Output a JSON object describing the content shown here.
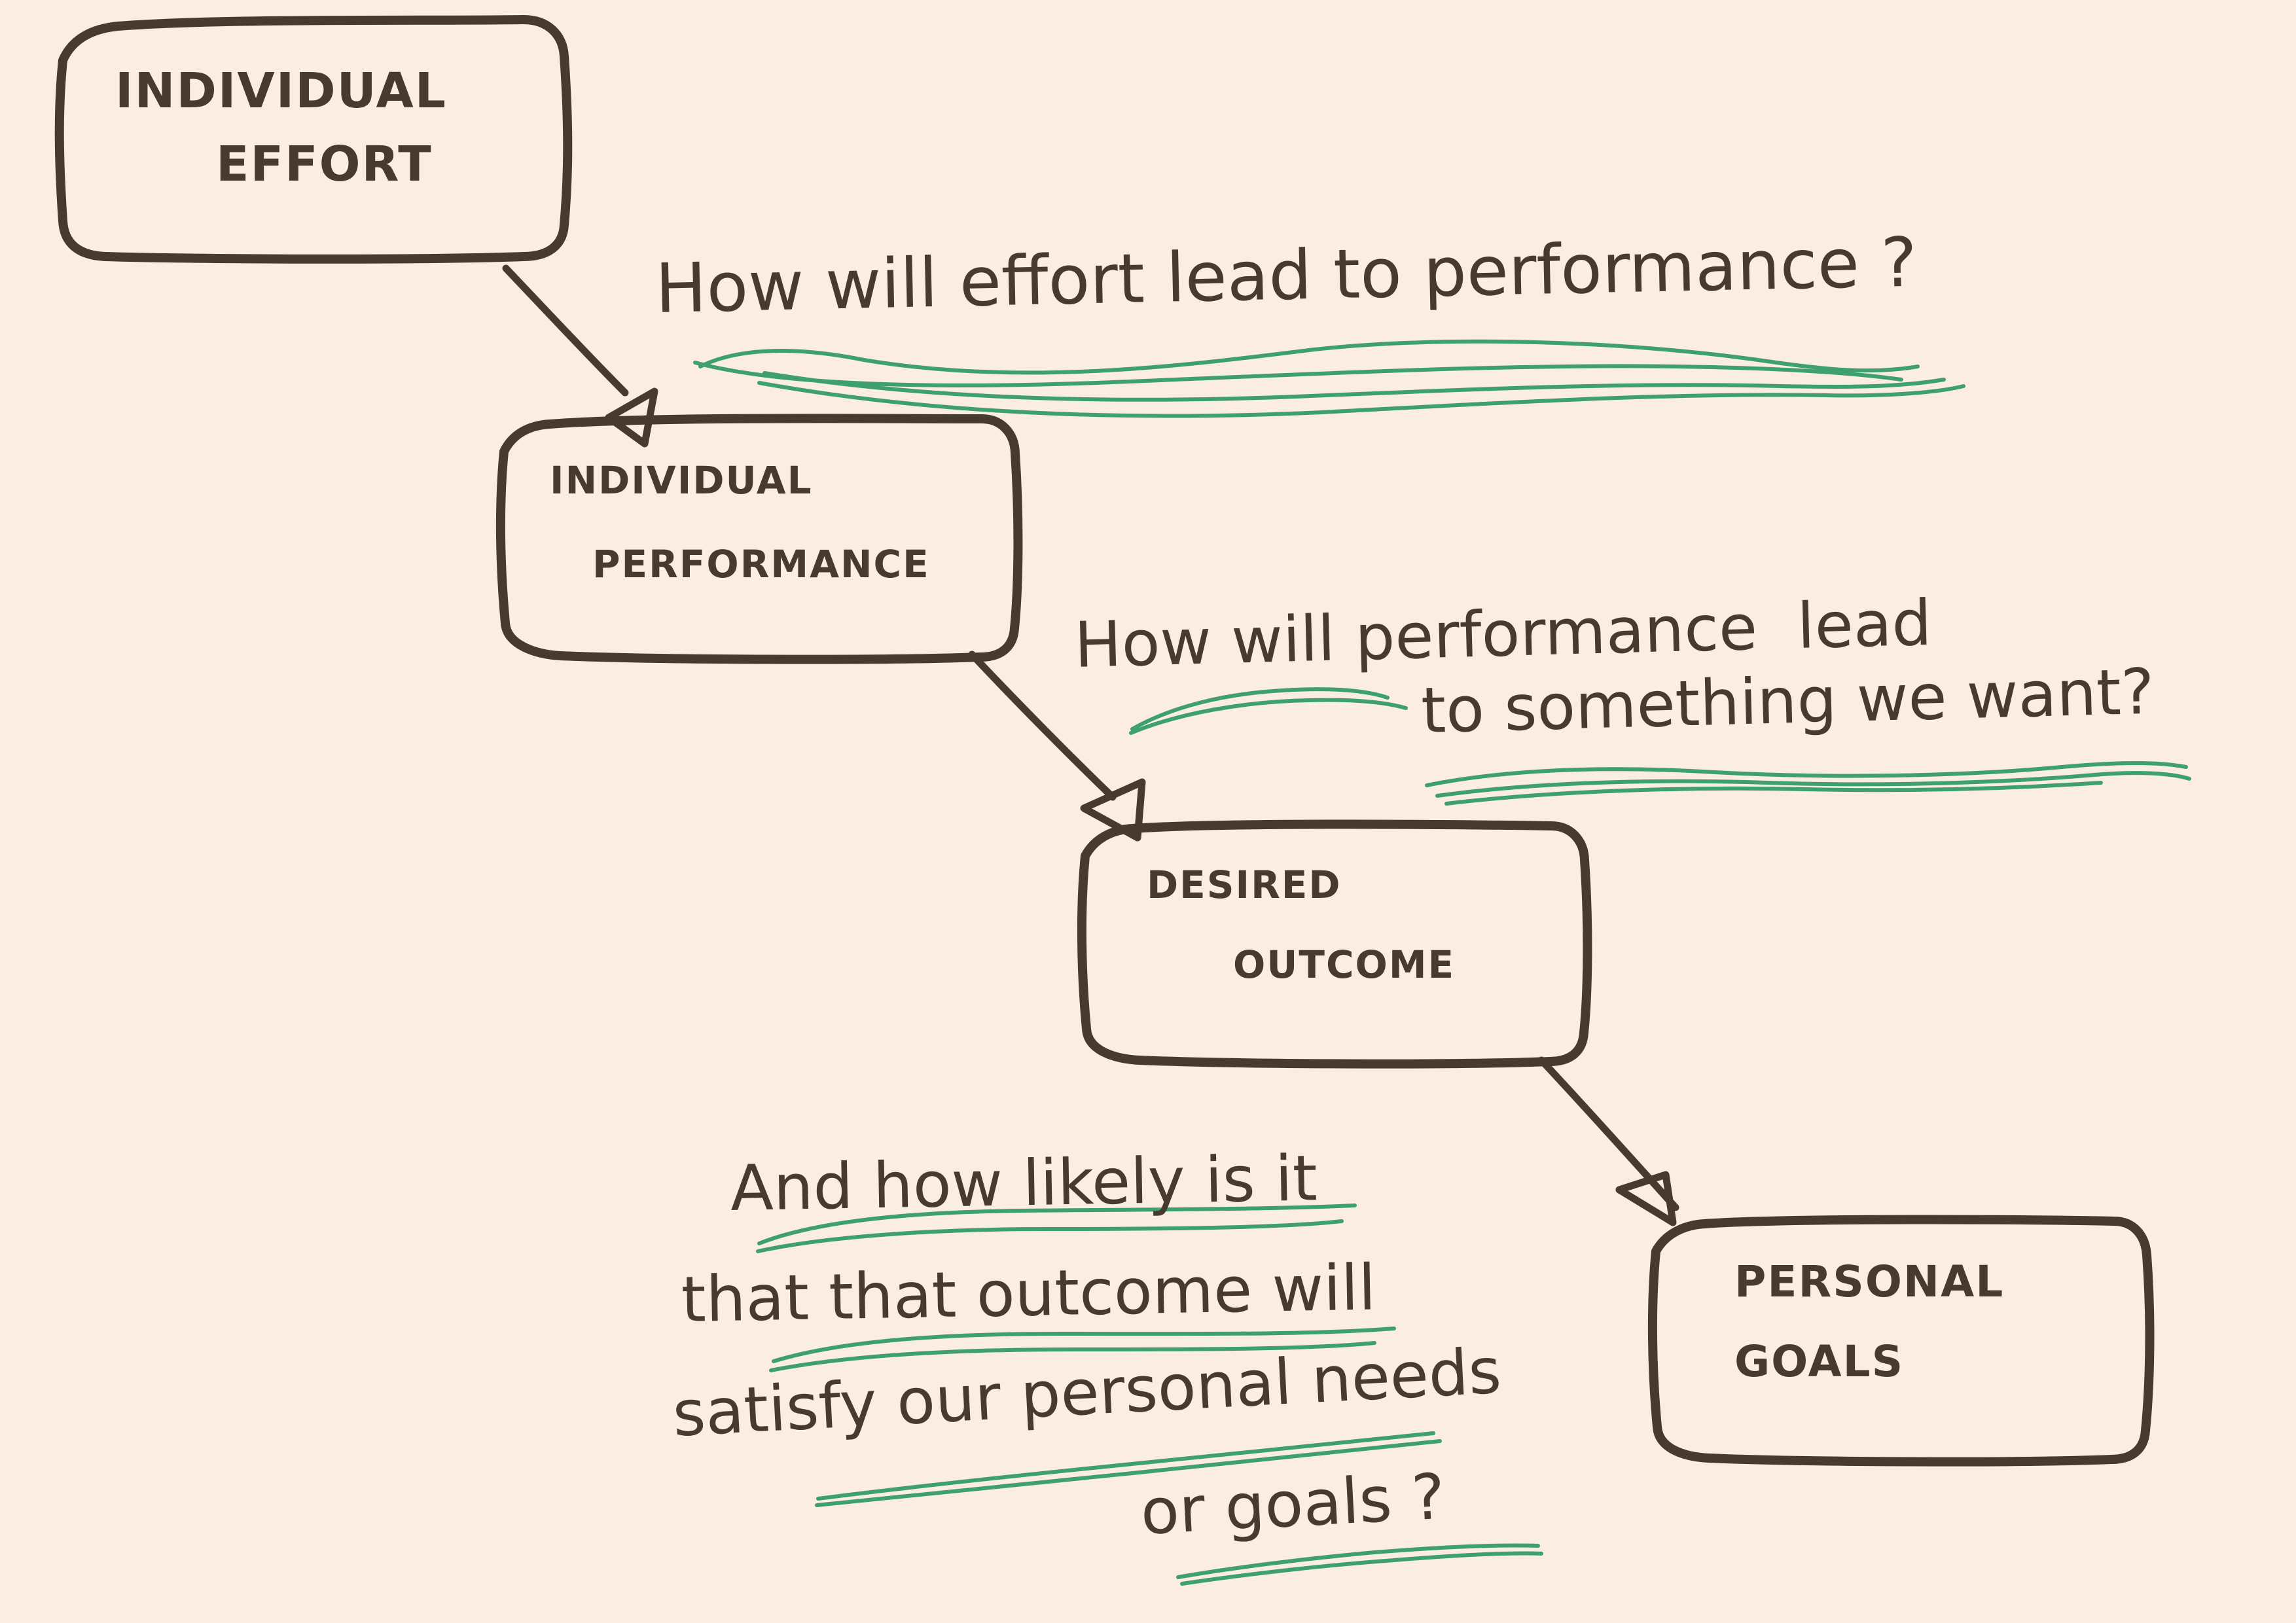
{
  "diagram": {
    "title": "Expectancy Theory of Motivation (hand-drawn whiteboard sketch)",
    "background_color": "#fcede3",
    "ink_color": "#473a30",
    "highlight_color": "#3ea06e",
    "nodes": [
      {
        "id": "individual-effort",
        "label_line_1": "INDIVIDUAL",
        "label_line_2": "EFFORT"
      },
      {
        "id": "individual-performance",
        "label_line_1": "INDIVIDUAL",
        "label_line_2": "PERFORMANCE"
      },
      {
        "id": "desired-outcome",
        "label_line_1": "DESIRED",
        "label_line_2": "OUTCOME"
      },
      {
        "id": "personal-goals",
        "label_line_1": "PERSONAL",
        "label_line_2": "GOALS"
      }
    ],
    "connectors": [
      {
        "id": "effort-to-performance",
        "from": "individual-effort",
        "to": "individual-performance",
        "head": "hollow-triangle"
      },
      {
        "id": "performance-to-outcome",
        "from": "individual-performance",
        "to": "desired-outcome",
        "head": "hollow-triangle"
      },
      {
        "id": "outcome-to-goals",
        "from": "desired-outcome",
        "to": "personal-goals",
        "head": "hollow-triangle"
      }
    ],
    "annotations": [
      {
        "id": "question-effort-performance",
        "lines": [
          "How will effort lead to performance ?"
        ],
        "underlined": true
      },
      {
        "id": "question-performance-outcome",
        "lines": [
          "How will performance  lead",
          "to something we want?"
        ],
        "underlined": true
      },
      {
        "id": "question-outcome-goals",
        "lines": [
          "And how likely is it",
          "that that outcome will",
          "satisfy our personal needs",
          "or goals ?"
        ],
        "underlined": true
      }
    ]
  }
}
